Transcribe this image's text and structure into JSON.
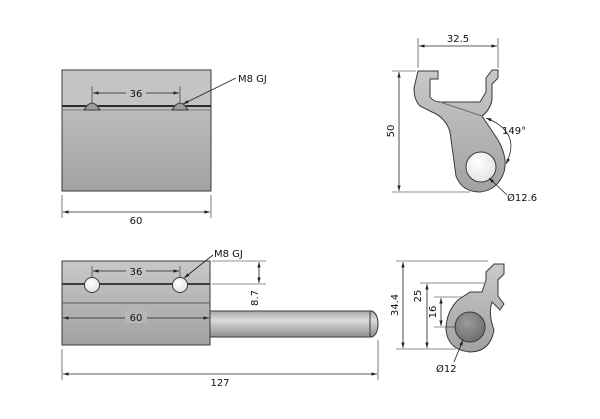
{
  "colors": {
    "background": "#ffffff",
    "part_face": "#b8b8b8",
    "part_dark": "#8c8c8c",
    "part_light": "#d6d6d6",
    "edge": "#3a3a3a",
    "dimension": "#222222"
  },
  "views": {
    "top_left": {
      "width_label": "60",
      "slot_spacing_label": "36",
      "thread_label": "M8 GJ"
    },
    "top_right": {
      "width_label": "32.5",
      "height_label": "50",
      "angle_label": "149°",
      "hole_label": "Ø12.6"
    },
    "bottom_left": {
      "thread_label": "M8 GJ",
      "hole_spacing_label": "36",
      "block_width_label": "60",
      "offset_label": "8.7",
      "total_length_label": "127"
    },
    "bottom_right": {
      "height_label": "34.4",
      "middle_label": "25",
      "inner_label": "16",
      "pin_label": "Ø12"
    }
  }
}
